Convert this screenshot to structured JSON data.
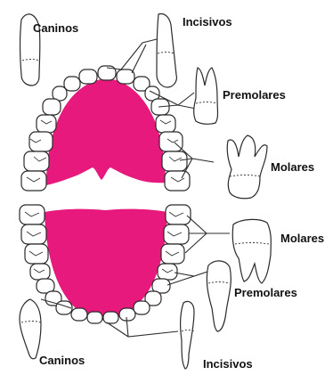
{
  "diagram": {
    "labels": {
      "caninos_top": "Caninos",
      "incisivos_top": "Incisivos",
      "premolares_top": "Premolares",
      "molares_top": "Molares",
      "molares_bottom": "Molares",
      "premolares_bottom": "Premolares",
      "caninos_bottom": "Caninos",
      "incisivos_bottom": "Incisivos"
    },
    "colors": {
      "gum": "#e8197d",
      "outline": "#2b2b2b",
      "tooth_fill": "#ffffff"
    }
  }
}
